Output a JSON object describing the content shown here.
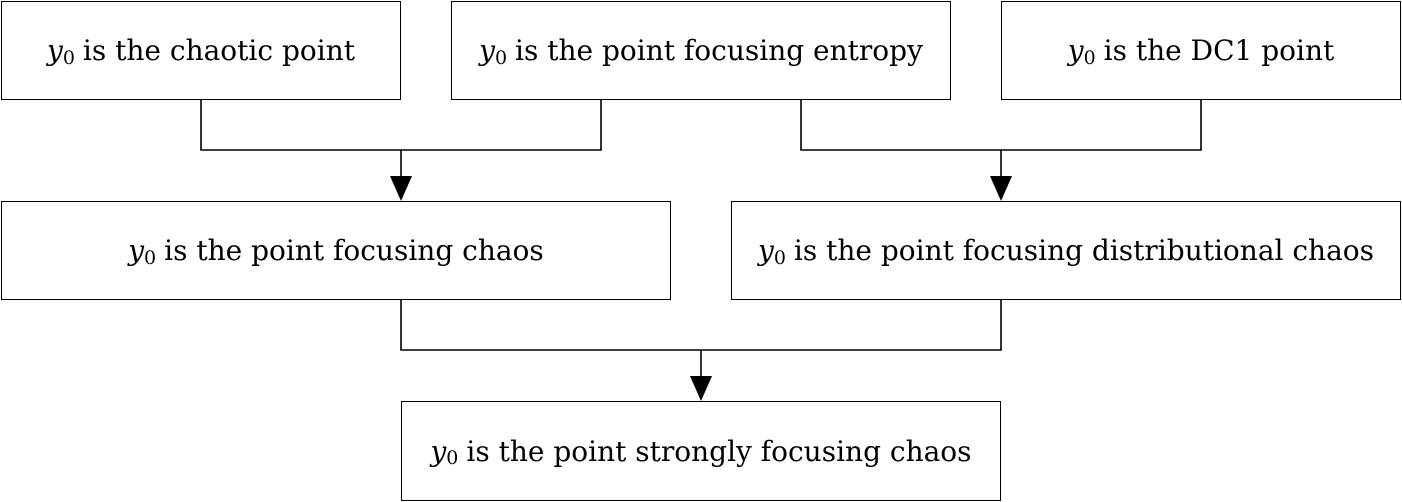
{
  "diagram": {
    "variable": "y",
    "subscript": "0",
    "nodes": {
      "chaotic": "is the chaotic point",
      "entropy": "is the point focusing entropy",
      "dc1": "is the DC1 point",
      "focus_chaos": "is the point focusing chaos",
      "focus_dist": "is the point focusing distributional chaos",
      "strong": "is the point strongly focusing chaos"
    },
    "edges": [
      {
        "from": [
          "chaotic",
          "entropy"
        ],
        "to": "focus_chaos"
      },
      {
        "from": [
          "entropy",
          "dc1"
        ],
        "to": "focus_dist"
      },
      {
        "from": [
          "focus_chaos",
          "focus_dist"
        ],
        "to": "strong"
      }
    ],
    "colors": {
      "stroke": "#000000",
      "background": "#ffffff"
    }
  }
}
